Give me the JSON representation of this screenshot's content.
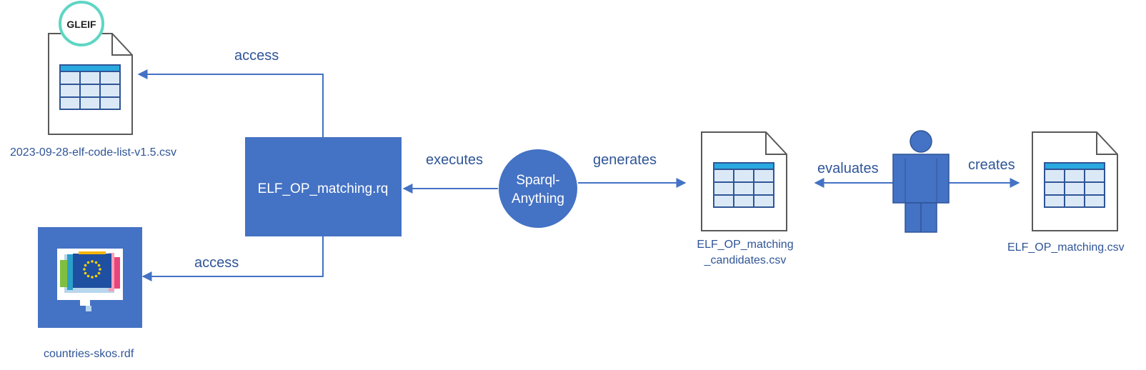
{
  "colors": {
    "primary": "#4472c4",
    "node_text": "#ffffff",
    "label_text": "#2f5597",
    "doc_border": "#595959",
    "table_fill": "#dbe9f6",
    "table_header": "#29a9df",
    "gleif_ring": "#5ed6c3",
    "eu_flag": "#1f4fa0",
    "eu_star": "#ffd200"
  },
  "nodes": {
    "query_file": {
      "label": "ELF_OP_matching.rq",
      "icon": "query-file-box"
    },
    "engine": {
      "label_line1": "Sparql-",
      "label_line2": "Anything",
      "icon": "engine-circle"
    },
    "gleif_csv": {
      "label": "2023-09-28-elf-code-list-v1.5.csv",
      "icon": "csv-document-icon",
      "logo_text": "GLEIF"
    },
    "countries_rdf": {
      "label": "countries-skos.rdf",
      "icon": "eu-vocabulary-icon"
    },
    "candidates_csv": {
      "label_line1": "ELF_OP_matching",
      "label_line2": "_candidates.csv",
      "icon": "csv-document-icon"
    },
    "person": {
      "icon": "person-icon"
    },
    "matching_csv": {
      "label": "ELF_OP_matching.csv",
      "icon": "csv-document-icon"
    }
  },
  "edges": {
    "access_gleif": "access",
    "access_countries": "access",
    "executes": "executes",
    "generates": "generates",
    "evaluates": "evaluates",
    "creates": "creates"
  }
}
